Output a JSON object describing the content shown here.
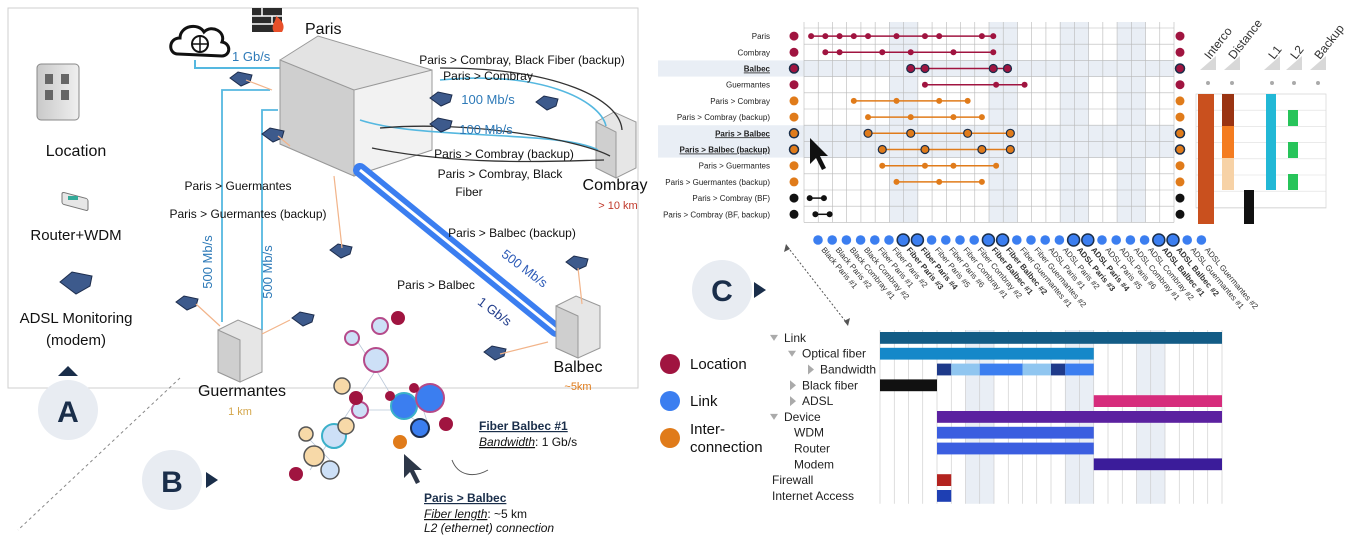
{
  "panel_a": {
    "legend": {
      "location": "Location",
      "router": "Router+WDM",
      "adsl": [
        "ADSL Monitoring",
        "(modem)"
      ]
    },
    "badge": "A",
    "sites": {
      "paris": "Paris",
      "combray": "Combray",
      "combray_dist": "> 10 km",
      "guermantes": "Guermantes",
      "guermantes_dist": "1 km",
      "balbec": "Balbec",
      "balbec_dist": "~5km"
    },
    "links": {
      "internet_bw": "1 Gb/s",
      "combray_bf_backup": "Paris > Combray, Black Fiber (backup)",
      "combray": "Paris > Combray",
      "bw_100_a": "100 Mb/s",
      "bw_100_b": "100 Mb/s",
      "combray_backup": "Paris > Combray (backup)",
      "combray_bf": [
        "Paris > Combray, Black",
        "Fiber"
      ],
      "guermantes": "Paris > Guermantes",
      "guermantes_backup": "Paris > Guermantes (backup)",
      "bw_500_a": "500 Mb/s",
      "bw_500_b": "500 Mb/s",
      "balbec_backup": "Paris > Balbec (backup)",
      "bw_500_c": "500 Mb/s",
      "balbec": "Paris > Balbec",
      "bw_1g": "1 Gb/s"
    }
  },
  "panel_b": {
    "badge": "B",
    "tooltip_fiber": {
      "title": "Fiber Balbec #1",
      "key": "Bandwidth",
      "value": ": 1 Gb/s"
    },
    "tooltip_link": {
      "title": "Paris > Balbec",
      "key": "Fiber length",
      "value": ": ~5 km",
      "line2": "L2 (ethernet) connection"
    },
    "legend": {
      "location": "Location",
      "link": "Link",
      "interconnection": [
        "Inter-",
        "connection"
      ]
    }
  },
  "panel_c": {
    "badge": "C",
    "row_labels": [
      "Paris",
      "Combray",
      "Balbec",
      "Guermantes",
      "Paris > Combray",
      "Paris > Combray (backup)",
      "Paris > Balbec",
      "Paris > Balbec (backup)",
      "Paris > Guermantes",
      "Paris > Guermantes (backup)",
      "Paris > Combray (BF)",
      "Paris > Combray (BF, backup)"
    ],
    "column_labels": [
      "Black Paris #1",
      "Black Paris #2",
      "Black Combray #1",
      "Black Combray #2",
      "Fiber Paris #1",
      "Fiber Paris #2",
      "Fiber Paris #3",
      "Fiber Paris #4",
      "Fiber Paris #5",
      "Fiber Paris #6",
      "Fiber Combray #1",
      "Fiber Combray #2",
      "Fiber Balbec #1",
      "Fiber Balbec #2",
      "Fiber Guermantes #1",
      "Fiber Guermantes #2",
      "ADSL Paris #1",
      "ADSL Paris #2",
      "ADSL Paris #3",
      "ADSL Paris #4",
      "ADSL Paris #5",
      "ADSL Paris #6",
      "ADSL Combray #1",
      "ADSL Combray #2",
      "ADSL Balbec #1",
      "ADSL Balbec #2",
      "ADSL Guermantes #1",
      "ADSL Guermantes #2"
    ],
    "attribute_labels": [
      "Interco",
      "Distance",
      "L1",
      "L2",
      "Backup"
    ],
    "tree": [
      {
        "label": "Link",
        "level": 0,
        "arrow": "down"
      },
      {
        "label": "Optical fiber",
        "level": 1,
        "arrow": "down"
      },
      {
        "label": "Bandwidth",
        "level": 2,
        "arrow": "right"
      },
      {
        "label": "Black fiber",
        "level": 1,
        "arrow": "right"
      },
      {
        "label": "ADSL",
        "level": 1,
        "arrow": "right"
      },
      {
        "label": "Device",
        "level": 0,
        "arrow": "down"
      },
      {
        "label": "WDM",
        "level": 1,
        "arrow": "none"
      },
      {
        "label": "Router",
        "level": 1,
        "arrow": "none"
      },
      {
        "label": "Modem",
        "level": 1,
        "arrow": "none"
      },
      {
        "label": "Firewall",
        "level": 0,
        "arrow": "none"
      },
      {
        "label": "Internet Access",
        "level": 0,
        "arrow": "none"
      }
    ]
  },
  "colors": {
    "location": "#a01440",
    "link": "#3a86e8",
    "interconnection": "#e07b1a",
    "fiber_blue": "#55b8e0",
    "balbec_link": "#3b7ef0",
    "black": "#111111",
    "gray": "#555555"
  }
}
